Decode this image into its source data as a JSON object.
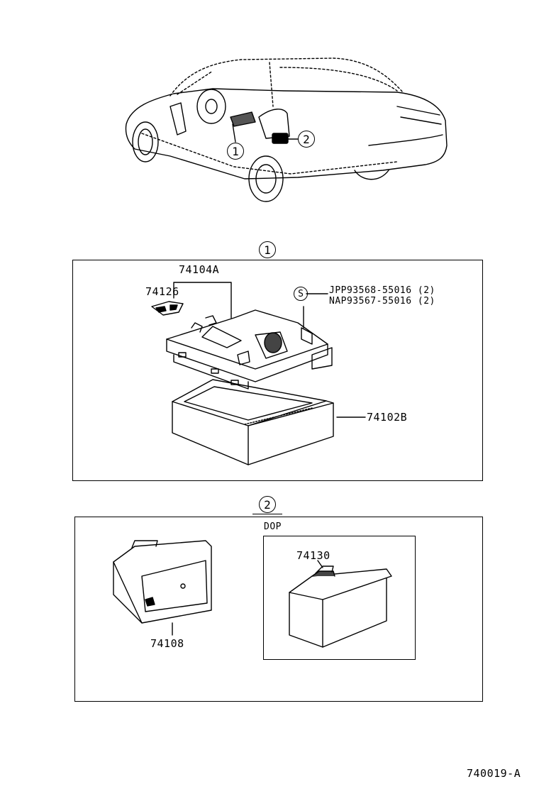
{
  "overview": {
    "callout_1": "1",
    "callout_2": "2"
  },
  "section_1": {
    "number": "1",
    "parts": {
      "frame": "74104A",
      "clip": "74126",
      "box": "74102B"
    },
    "screw_symbol": "S",
    "screw_jpp": "JPP93568-55016 (2)",
    "screw_nap": "NAP93567-55016 (2)"
  },
  "section_2": {
    "number": "2",
    "tray": "74108",
    "option_label": "DOP",
    "option_part": "74130"
  },
  "footer": {
    "figure_id": "740019-A"
  }
}
